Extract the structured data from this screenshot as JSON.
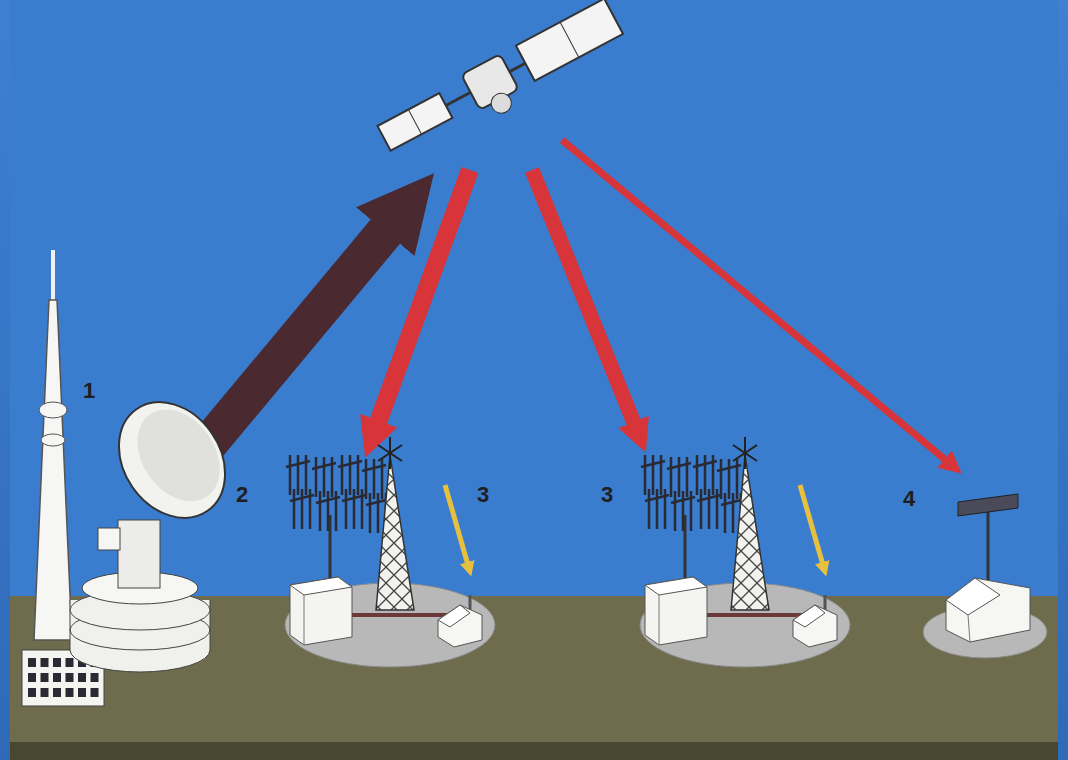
{
  "diagram": {
    "labels": [
      "1",
      "2",
      "3",
      "3",
      "4"
    ]
  }
}
